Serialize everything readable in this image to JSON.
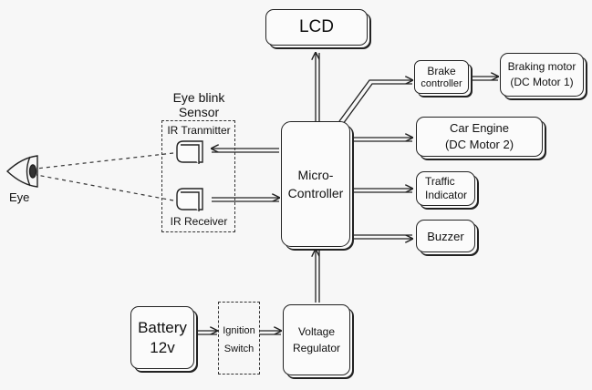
{
  "blocks": {
    "lcd": "LCD",
    "brake_controller": [
      "Brake",
      "controller"
    ],
    "braking_motor": [
      "Braking motor",
      "(DC Motor 1)"
    ],
    "car_engine": [
      "Car Engine",
      "(DC Motor 2)"
    ],
    "traffic_indicator": [
      "Traffic",
      "Indicator"
    ],
    "buzzer": "Buzzer",
    "microcontroller": [
      "Micro-",
      "Controller"
    ],
    "voltage_regulator": [
      "Voltage",
      "Regulator"
    ],
    "battery": [
      "Battery",
      "12v"
    ],
    "ignition_switch": [
      "Ignition",
      "Switch"
    ]
  },
  "sensor": {
    "title": [
      "Eye blink",
      "Sensor"
    ],
    "transmitter": "IR Tranmitter",
    "receiver": "IR Receiver"
  },
  "eye": {
    "label": "Eye"
  }
}
